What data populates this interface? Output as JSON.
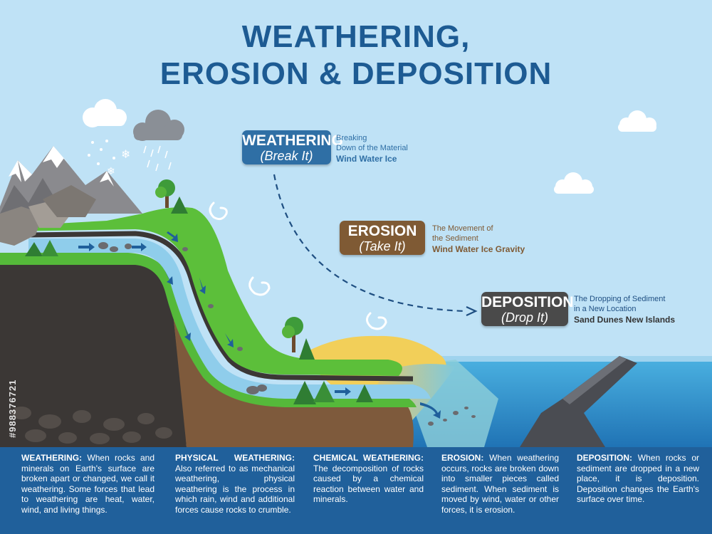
{
  "title": {
    "line1": "WEATHERING,",
    "line2": "EROSION & DEPOSITION"
  },
  "stages": [
    {
      "label": "WEATHERING",
      "sub": "(Break It)",
      "desc1": "Breaking",
      "desc2": "Down of the Material",
      "agents": "Wind Water Ice",
      "color": "#2f6fa5",
      "agent_color": "#2f6fa5"
    },
    {
      "label": "EROSION",
      "sub": "(Take It)",
      "desc1": "The Movement of",
      "desc2": "the Sediment",
      "agents": "Wind Water Ice Gravity",
      "color": "#7f5a34",
      "agent_color": "#7f5a34"
    },
    {
      "label": "DEPOSITION",
      "sub": "(Drop It)",
      "desc1": "The Dropping of Sediment",
      "desc2": "in a New Location",
      "agents": "Sand Dunes New Islands",
      "color": "#4a4a4a",
      "agent_color": "#333333"
    }
  ],
  "definitions": [
    {
      "head": "WEATHERING:",
      "text": " When rocks and minerals on Earth's surface are broken apart or changed, we call it weathering. Some forces that lead to weathering are heat, water, wind, and living things."
    },
    {
      "head": "PHYSICAL WEATHERING:",
      "text": " Also referred to as mechanical weathering, physical weathering is the process in which rain, wind and additional forces cause rocks to crumble."
    },
    {
      "head": "CHEMICAL WEATHERING:",
      "text": " The decomposition of rocks caused by a chemical reaction between water and minerals."
    },
    {
      "head": "EROSION:",
      "text": " When weathering occurs, rocks are broken down into smaller pieces called sediment. When sediment is moved by wind, water or other forces, it is erosion."
    },
    {
      "head": "DEPOSITION:",
      "text": " When rocks or sediment are dropped in a new place, it is deposition. Deposition changes the Earth's surface over time."
    }
  ],
  "stock_id": "#988376721",
  "colors": {
    "sky": "#bfe2f6",
    "sea": "#3d9fd6",
    "grass": "#5cbf3a",
    "soil": "#3b3735",
    "panel": "#20609b",
    "title": "#1d5b93"
  }
}
